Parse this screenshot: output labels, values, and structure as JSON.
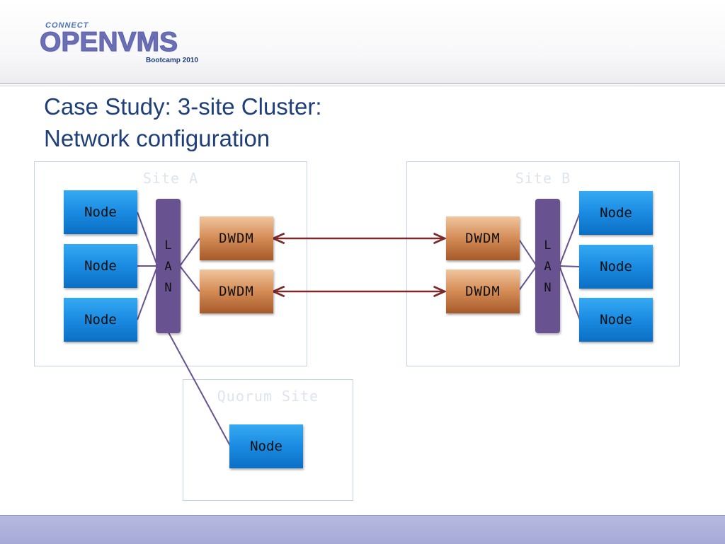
{
  "logo": {
    "connect": "CONNECT",
    "main": "OPENVMS",
    "sub": "Bootcamp 2010"
  },
  "title": {
    "line1": "Case Study: 3-site Cluster:",
    "line2": "Network configuration"
  },
  "sites": {
    "site_a": {
      "label": "Site A",
      "nodes": [
        "Node",
        "Node",
        "Node"
      ],
      "dwdm": [
        "DWDM",
        "DWDM"
      ],
      "lan": [
        "L",
        "A",
        "N"
      ]
    },
    "site_b": {
      "label": "Site B",
      "nodes": [
        "Node",
        "Node",
        "Node"
      ],
      "dwdm": [
        "DWDM",
        "DWDM"
      ],
      "lan": [
        "L",
        "A",
        "N"
      ]
    },
    "quorum": {
      "label": "Quorum Site",
      "node": "Node"
    }
  },
  "colors": {
    "title": "#1f3f7a",
    "node": "#1a8be1",
    "dwdm": "#d48b55",
    "lan": "#685390",
    "link": "#7b2a2a",
    "connector": "#685390",
    "footer": "#a6a9d6"
  }
}
